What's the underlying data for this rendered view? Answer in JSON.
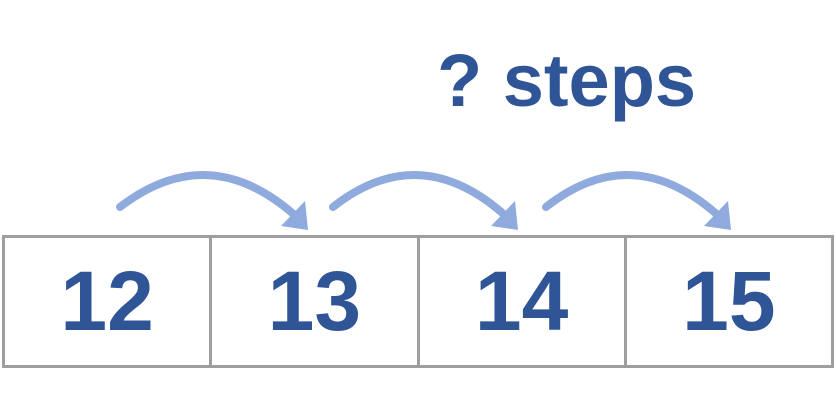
{
  "question": {
    "label": "? steps"
  },
  "number_line": {
    "cells": [
      "12",
      "13",
      "14",
      "15"
    ]
  },
  "jumps": [
    {
      "from": "12",
      "to": "13"
    },
    {
      "from": "13",
      "to": "14"
    },
    {
      "from": "14",
      "to": "15"
    }
  ],
  "colors": {
    "text": "#2f5597",
    "arrow": "#8faadc",
    "border": "#9e9e9e",
    "background": "#ffffff"
  }
}
